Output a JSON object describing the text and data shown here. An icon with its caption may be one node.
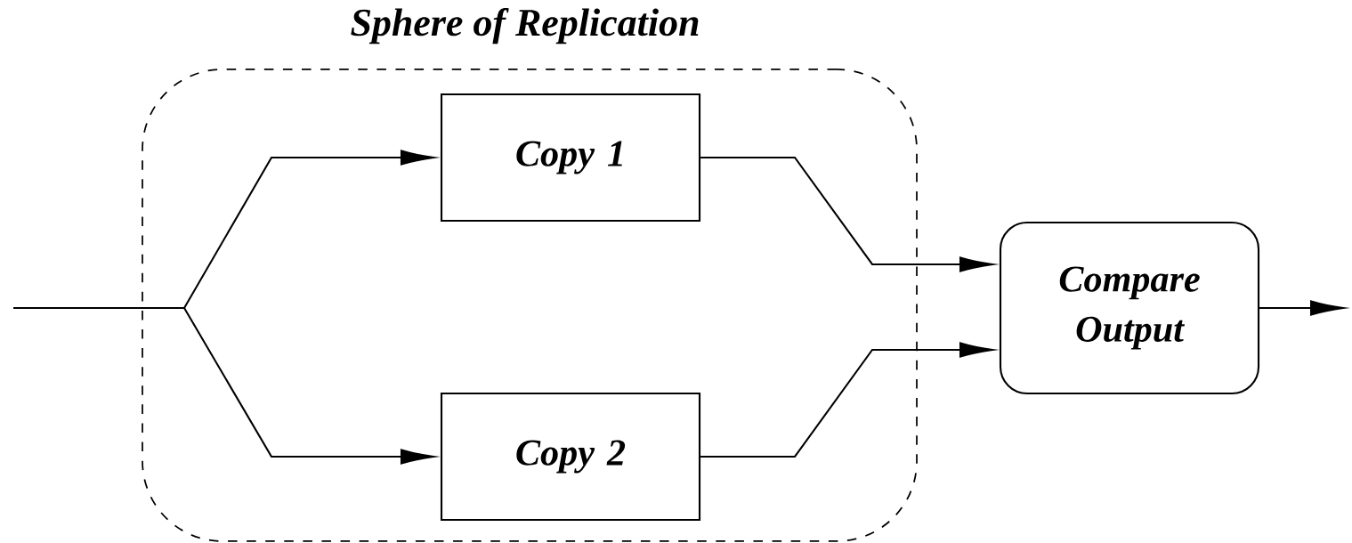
{
  "diagram": {
    "nodes": [
      {
        "text": [
          "Sphere of Replication"
        ]
      },
      {
        "text": [
          "Copy 1"
        ],
        "in": 0
      },
      {
        "text": [
          "Copy 2"
        ],
        "in": 0
      },
      {
        "text": [
          "Compare Output"
        ]
      }
    ],
    "edges": [
      {
        "from": null,
        "to": 1,
        "arrow": "to"
      },
      {
        "from": null,
        "to": 2,
        "arrow": "to"
      },
      {
        "from": 1,
        "to": 3,
        "arrow": "to"
      },
      {
        "from": 2,
        "to": 3,
        "arrow": "to"
      },
      {
        "from": 3,
        "to": null,
        "arrow": "to"
      }
    ]
  }
}
